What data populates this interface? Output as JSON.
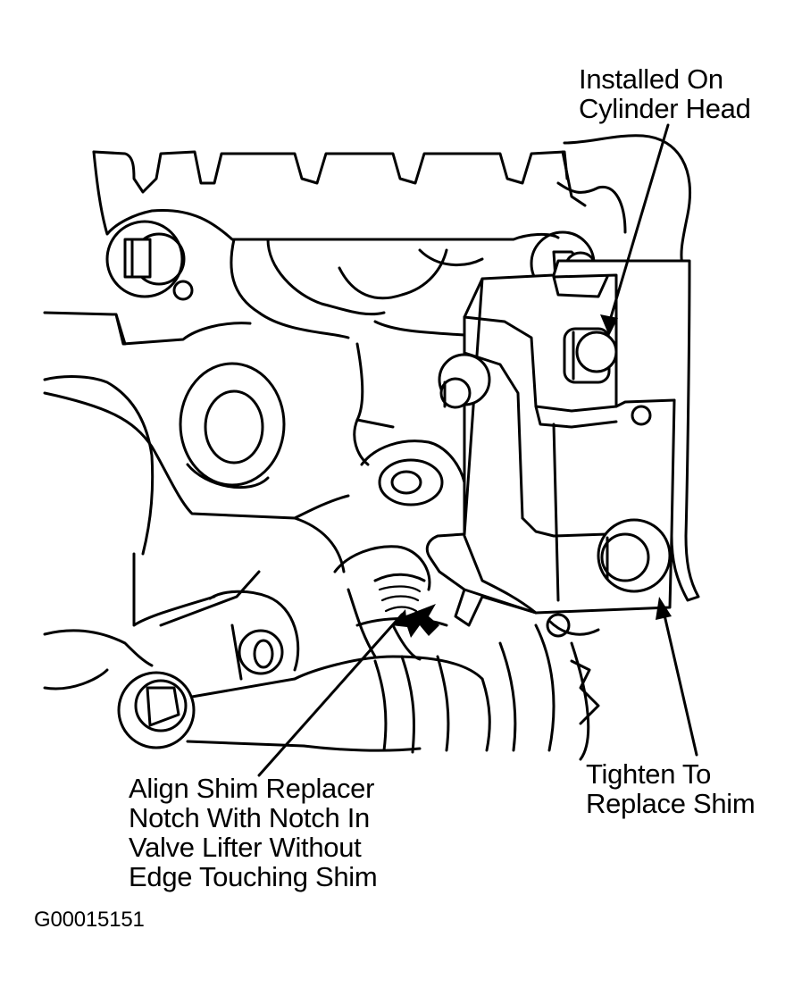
{
  "labels": {
    "installed": [
      "Installed On",
      "Cylinder Head"
    ],
    "tighten": [
      "Tighten To",
      "Replace Shim"
    ],
    "align": [
      "Align Shim Replacer",
      "Notch With Notch In",
      "Valve Lifter Without",
      "Edge Touching Shim"
    ]
  },
  "figure_id": "G00015151"
}
